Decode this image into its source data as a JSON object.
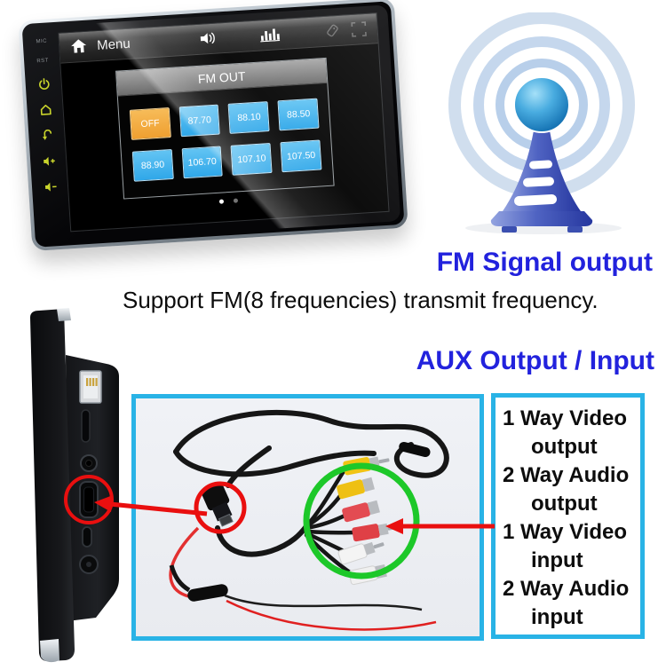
{
  "head_unit": {
    "bezel": {
      "labels": [
        "MIC",
        "RST"
      ]
    },
    "top_bar": {
      "menu_label": "Menu"
    },
    "fm_dialog": {
      "title": "FM OUT",
      "buttons": [
        {
          "label": "OFF",
          "state": "selected"
        },
        {
          "label": "87.70",
          "state": "normal"
        },
        {
          "label": "88.10",
          "state": "normal"
        },
        {
          "label": "88.50",
          "state": "normal"
        },
        {
          "label": "88.90",
          "state": "normal"
        },
        {
          "label": "106.70",
          "state": "normal"
        },
        {
          "label": "107.10",
          "state": "normal"
        },
        {
          "label": "107.50",
          "state": "normal"
        }
      ]
    },
    "page_dots": {
      "count": 2,
      "active_index": 0
    }
  },
  "fm_section": {
    "title": "FM Signal output",
    "subtitle": "Support FM(8 frequencies) transmit frequency."
  },
  "aux_section": {
    "title": "AUX Output / Input",
    "panel_items": [
      {
        "line1": "1 Way Video",
        "line2": "output"
      },
      {
        "line1": "2 Way Audio",
        "line2": "output"
      },
      {
        "line1": "1 Way Video",
        "line2": "input"
      },
      {
        "line1": "2 Way Audio",
        "line2": "input"
      }
    ]
  },
  "icons": {
    "topbar": [
      "home-icon",
      "speaker-icon",
      "equalizer-icon",
      "tag-icon",
      "screenshot-icon"
    ],
    "bezel": [
      "power-icon",
      "home-outline-icon",
      "back-icon",
      "volume-up-icon",
      "volume-down-icon"
    ],
    "illustration": [
      "radio-tower-icon"
    ],
    "side_ports": [
      "usb-a-port",
      "sd-slot",
      "aux-jack",
      "hdmi-port",
      "usb-c-port",
      "dc-jack"
    ]
  },
  "colors": {
    "heading_blue": "#2222dd",
    "panel_border_cyan": "#29b3e6",
    "highlight_red": "#e90f0f",
    "highlight_green": "#1dc829",
    "freq_button_blue": "#41b3ee",
    "freq_button_orange": "#f3a73d"
  }
}
